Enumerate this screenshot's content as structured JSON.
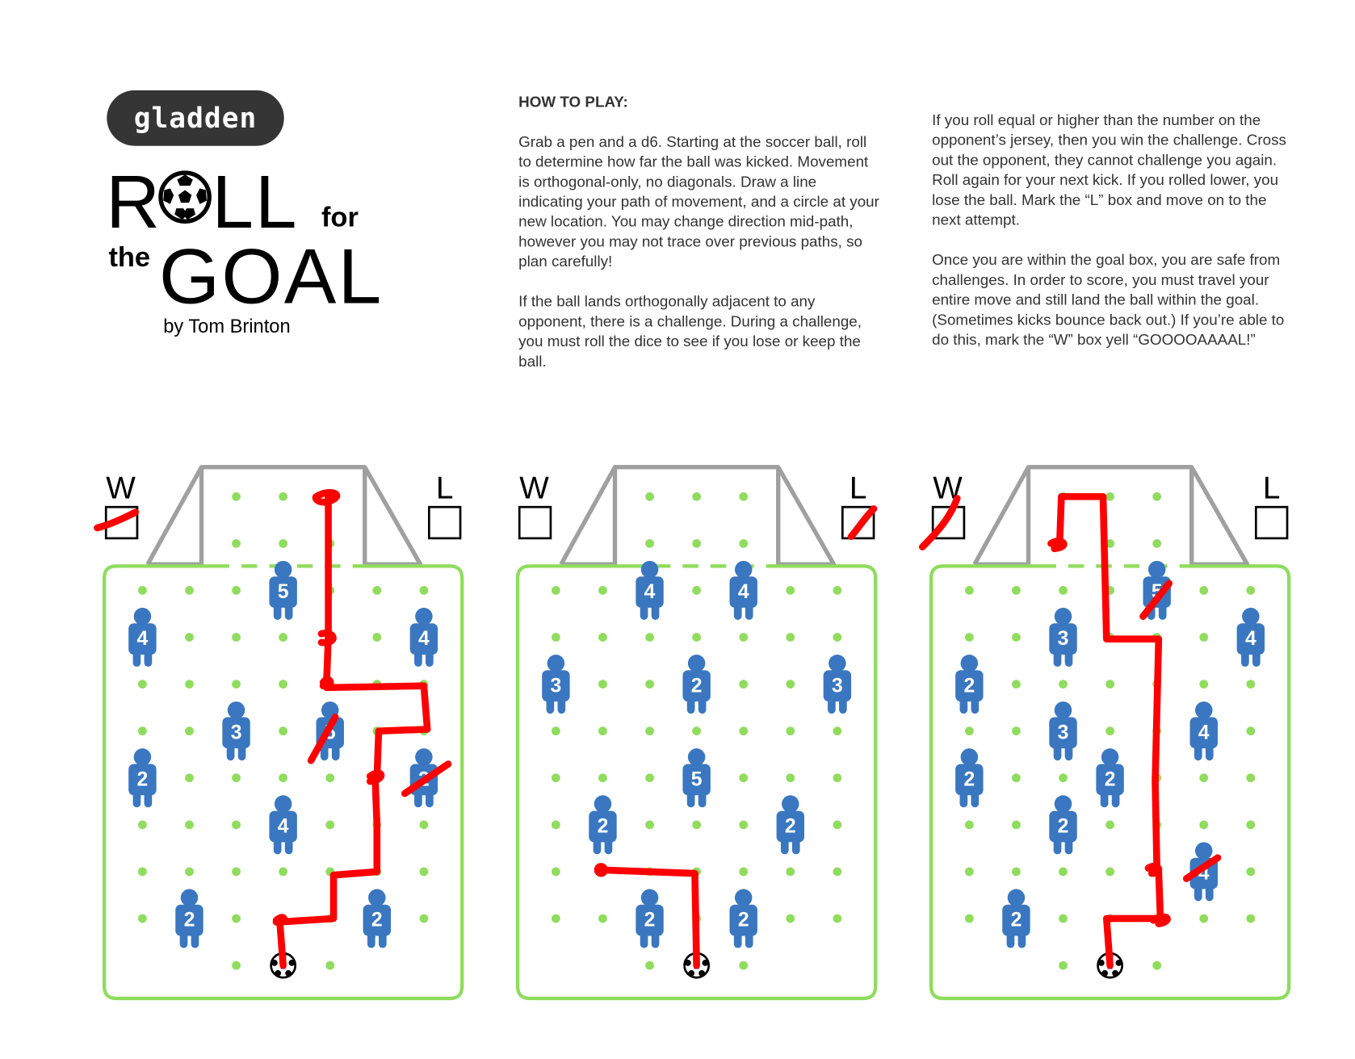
{
  "brand": "gladden",
  "title": {
    "roll": "R",
    "roll_rest": "LL",
    "for": "for",
    "the": "the",
    "goal": "GOAL",
    "byline": "by Tom Brinton"
  },
  "rules": {
    "heading": "HOW TO PLAY:",
    "p1": "Grab a pen and a d6. Starting at the soccer ball, roll to determine how far the ball was kicked. Movement is orthogonal-only, no diagonals. Draw a line indicating your path of movement, and a circle at your new location. You may change direction mid-path, however you may not trace over previous paths, so plan carefully!",
    "p2": "If the ball lands orthogonally adjacent to any opponent, there is a challenge. During a challenge, you must roll the dice to see if you lose or keep the ball.",
    "p3": "If you roll equal or higher than the number on the opponent’s jersey, then you win the challenge. Cross out the opponent, they cannot challenge you again. Roll again for your next kick. If you rolled lower, you lose the ball. Mark the “L” box and move on to the next attempt.",
    "p4": "Once you are within the goal box, you are safe from challenges. In order to score, you must travel your entire move and still land the ball within the goal. (Sometimes kicks bounce back out.) If you’re able to do this, mark the “W” box yell “GOOOOAAAAL!”"
  },
  "colors": {
    "player": "#3a77c0",
    "field": "#8fdc5e",
    "goal": "#a0a0a0",
    "pen": "#ff0000"
  },
  "fields": [
    {
      "win_label": "W",
      "loss_label": "L",
      "win_marked": true,
      "loss_marked": false,
      "ball": {
        "col": 3,
        "row": 8
      },
      "players": [
        {
          "col": 3,
          "row": 0,
          "number": "5",
          "crossed": false
        },
        {
          "col": 0,
          "row": 1,
          "number": "4",
          "crossed": false
        },
        {
          "col": 6,
          "row": 1,
          "number": "4",
          "crossed": false
        },
        {
          "col": 2,
          "row": 3,
          "number": "3",
          "crossed": false
        },
        {
          "col": 4,
          "row": 3,
          "number": "5",
          "crossed": true
        },
        {
          "col": 0,
          "row": 4,
          "number": "2",
          "crossed": false
        },
        {
          "col": 6,
          "row": 4,
          "number": "2",
          "crossed": true
        },
        {
          "col": 3,
          "row": 5,
          "number": "4",
          "crossed": false
        },
        {
          "col": 1,
          "row": 7,
          "number": "2",
          "crossed": false
        },
        {
          "col": 5,
          "row": 7,
          "number": "2",
          "crossed": false
        }
      ]
    },
    {
      "win_label": "W",
      "loss_label": "L",
      "win_marked": false,
      "loss_marked": true,
      "ball": {
        "col": 3,
        "row": 8
      },
      "players": [
        {
          "col": 2,
          "row": 0,
          "number": "4",
          "crossed": false
        },
        {
          "col": 4,
          "row": 0,
          "number": "4",
          "crossed": false
        },
        {
          "col": 0,
          "row": 2,
          "number": "3",
          "crossed": false
        },
        {
          "col": 3,
          "row": 2,
          "number": "2",
          "crossed": false
        },
        {
          "col": 6,
          "row": 2,
          "number": "3",
          "crossed": false
        },
        {
          "col": 3,
          "row": 4,
          "number": "5",
          "crossed": false
        },
        {
          "col": 1,
          "row": 5,
          "number": "2",
          "crossed": false
        },
        {
          "col": 5,
          "row": 5,
          "number": "2",
          "crossed": false
        },
        {
          "col": 2,
          "row": 7,
          "number": "2",
          "crossed": false
        },
        {
          "col": 4,
          "row": 7,
          "number": "2",
          "crossed": false
        }
      ]
    },
    {
      "win_label": "W",
      "loss_label": "L",
      "win_marked": true,
      "loss_marked": false,
      "ball": {
        "col": 3,
        "row": 8
      },
      "players": [
        {
          "col": 4,
          "row": 0,
          "number": "5",
          "crossed": true
        },
        {
          "col": 2,
          "row": 1,
          "number": "3",
          "crossed": false
        },
        {
          "col": 6,
          "row": 1,
          "number": "4",
          "crossed": false
        },
        {
          "col": 0,
          "row": 2,
          "number": "2",
          "crossed": false
        },
        {
          "col": 2,
          "row": 3,
          "number": "3",
          "crossed": false
        },
        {
          "col": 5,
          "row": 3,
          "number": "4",
          "crossed": false
        },
        {
          "col": 0,
          "row": 4,
          "number": "2",
          "crossed": false
        },
        {
          "col": 3,
          "row": 4,
          "number": "2",
          "crossed": false
        },
        {
          "col": 2,
          "row": 5,
          "number": "2",
          "crossed": false
        },
        {
          "col": 5,
          "row": 6,
          "number": "4",
          "crossed": true
        },
        {
          "col": 1,
          "row": 7,
          "number": "2",
          "crossed": false
        }
      ]
    }
  ]
}
